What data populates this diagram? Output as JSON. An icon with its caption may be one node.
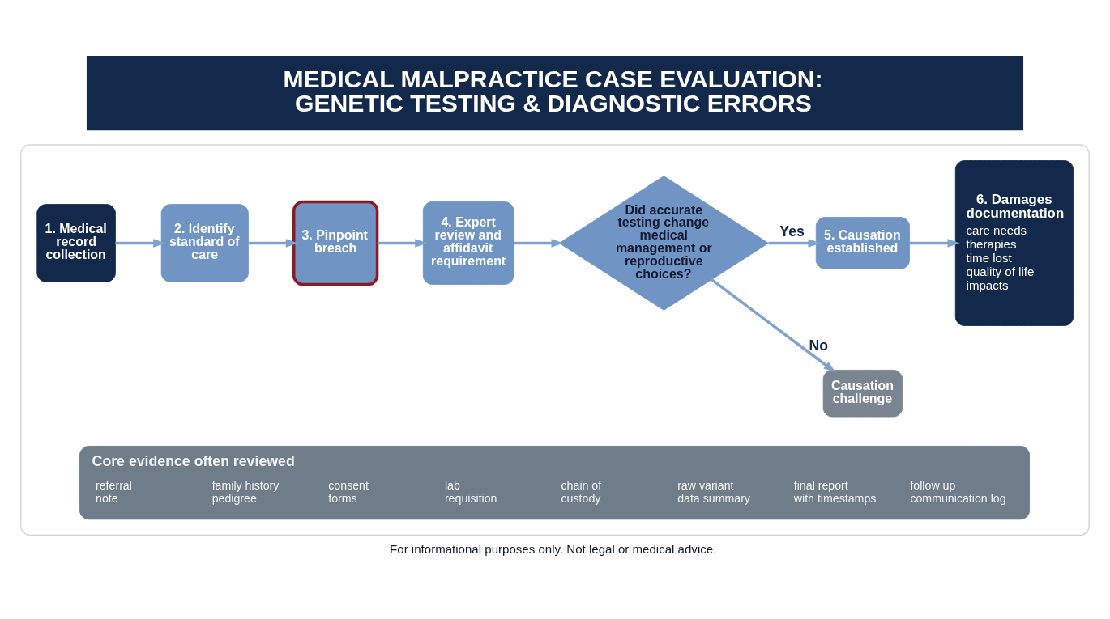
{
  "diagram": {
    "title": "MEDICAL MALPRACTICE CASE EVALUATION: GENETIC TESTING & DIAGNOSTIC ERRORS",
    "caption": "For informational purposes only. Not legal or medical advice.",
    "nodes": [
      {
        "text": [],
        "shape": "box"
      },
      {
        "text": [
          "1. Medical record collection"
        ],
        "in": 0
      },
      {
        "text": [
          "2. Identify standard of care"
        ],
        "in": 0
      },
      {
        "text": [
          "3. Pinpoint breach"
        ],
        "in": 0
      },
      {
        "text": [
          "4. Expert review and affidavit requirement"
        ],
        "in": 0
      },
      {
        "text": [
          "Did accurate testing change medical management or reproductive choices?"
        ],
        "in": 0
      },
      {
        "text": [
          "5. Causation established"
        ],
        "in": 0
      },
      {
        "text": [
          "Causation challenge"
        ],
        "in": 0
      },
      {
        "text": [
          "6. Damages documentation",
          "care needs",
          "therapies",
          "time lost",
          "quality of life impacts"
        ],
        "in": 0
      },
      {
        "text": [
          "Core evidence often reviewed",
          "referral note",
          "family history pedigree",
          "consent forms",
          "lab requisition",
          "chain of custody",
          "raw variant data summary",
          "final report with timestamps",
          "follow up communication log"
        ],
        "in": 0
      }
    ],
    "edges": [
      {
        "from": 1,
        "to": 2,
        "arrow": "to"
      },
      {
        "from": 2,
        "to": 3,
        "arrow": "to"
      },
      {
        "from": 3,
        "to": 4,
        "arrow": "to"
      },
      {
        "from": 4,
        "to": 5,
        "arrow": "to"
      },
      {
        "from": 5,
        "to": 6,
        "arrow": "to",
        "label": "Yes"
      },
      {
        "from": 5,
        "to": 7,
        "arrow": "to",
        "label": "No"
      },
      {
        "from": 6,
        "to": 8,
        "arrow": "to"
      }
    ]
  }
}
